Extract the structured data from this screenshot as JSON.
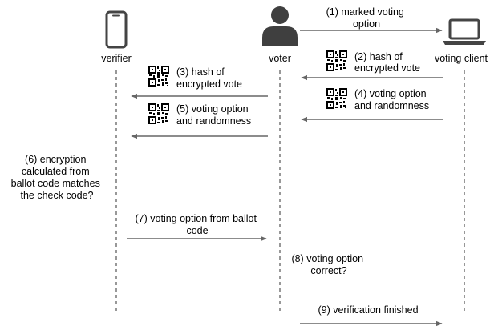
{
  "actors": {
    "verifier": "verifier",
    "voter": "voter",
    "voting_client": "voting client"
  },
  "steps": {
    "s1": [
      "(1) marked voting",
      "option"
    ],
    "s2": [
      "(2) hash of",
      "encrypted vote"
    ],
    "s3": [
      "(3) hash of",
      "encrypted vote"
    ],
    "s4": [
      "(4) voting option",
      "and randomness"
    ],
    "s5": [
      "(5) voting option",
      "and randomness"
    ],
    "s6": [
      "(6) encryption",
      "calculated from",
      "ballot code matches",
      "the check code?"
    ],
    "s7": [
      "(7) voting option from ballot",
      "code"
    ],
    "s8": [
      "(8) voting option",
      "correct?"
    ],
    "s9": [
      "(9) verification finished"
    ]
  },
  "icons": {
    "verifier": "smartphone-icon",
    "voter": "user-icon",
    "voting_client": "laptop-icon",
    "qr": "qr-code-icon"
  },
  "colors": {
    "lifeline": "#777777",
    "arrow": "#666666",
    "icon": "#444444"
  }
}
